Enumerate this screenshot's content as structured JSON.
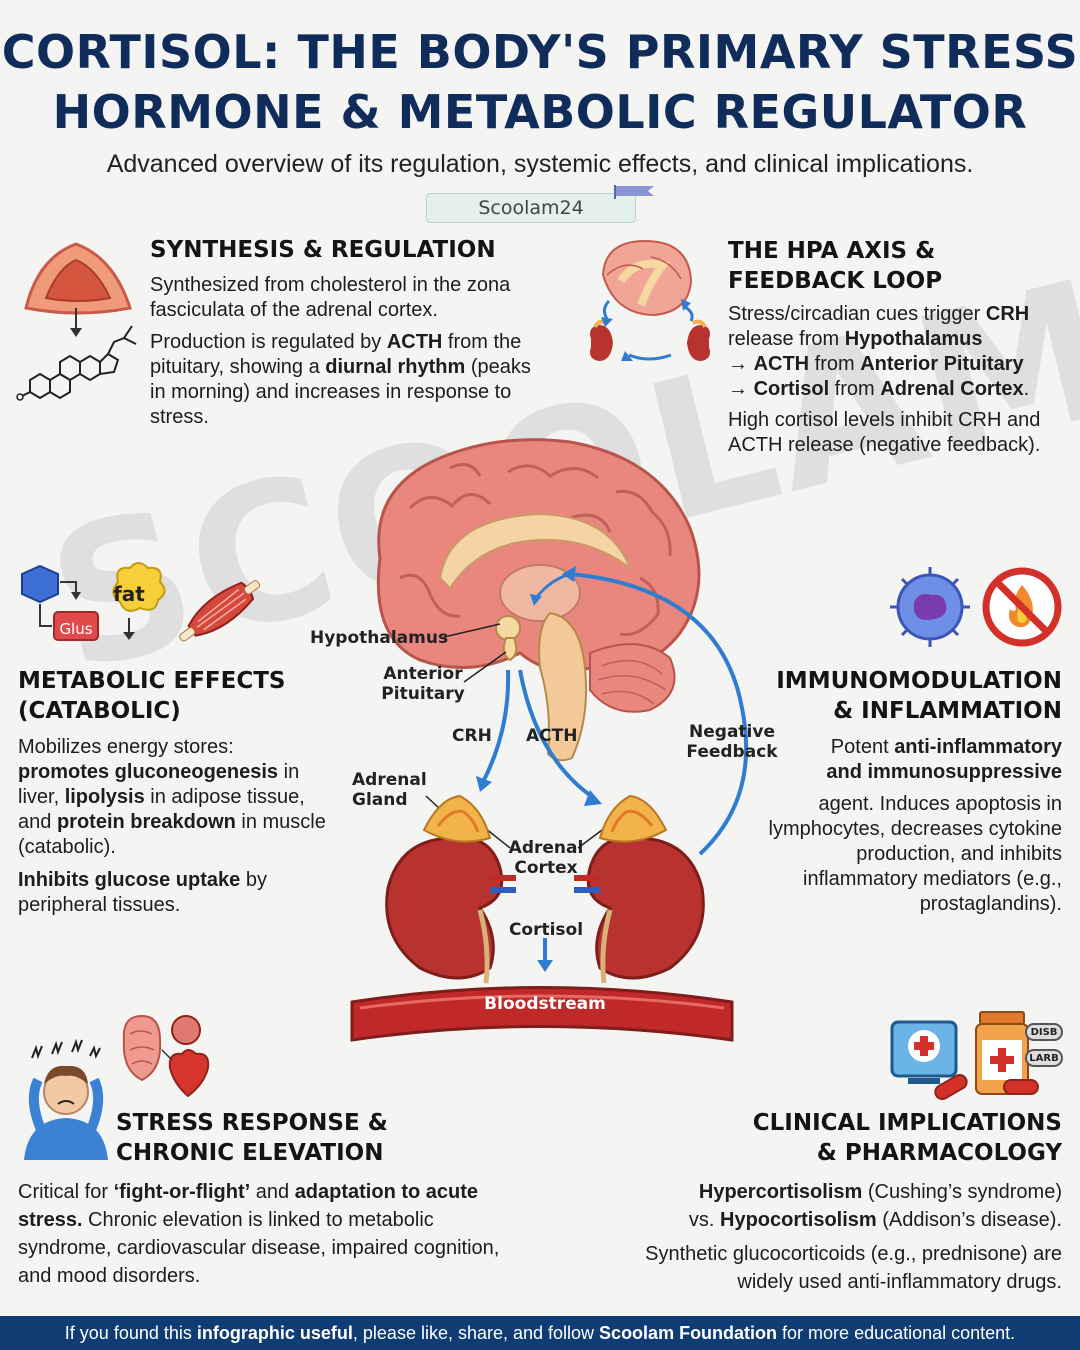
{
  "header": {
    "title_line1": "CORTISOL: THE BODY'S PRIMARY STRESS",
    "title_line2": "HORMONE & METABOLIC REGULATOR",
    "subtitle": "Advanced overview of its regulation, systemic effects, and clinical implications.",
    "brand": "Scoolam24"
  },
  "watermark": "SCOOLAM",
  "synthesis": {
    "title": "SYNTHESIS & REGULATION",
    "p1": "Synthesized from cholesterol in the zona fasciculata of the adrenal cortex.",
    "p2_a": "Production is regulated by ",
    "p2_b": "ACTH",
    "p2_c": " from the pituitary, showing a ",
    "p2_d": "diurnal rhythm",
    "p2_e": " (peaks in morning) and increases in response to stress."
  },
  "hpa": {
    "title_line1": "THE HPA AXIS &",
    "title_line2": "FEEDBACK LOOP",
    "p1_a": "Stress/circadian cues trigger ",
    "p1_b": "CRH",
    "p1_c": " release from ",
    "p1_d": "Hypothalamus",
    "p1_e": "→ ",
    "p1_f": "ACTH",
    "p1_g": " from ",
    "p1_h": "Anterior Pituitary",
    "p1_i": "→ ",
    "p1_j": "Cortisol",
    "p1_k": " from ",
    "p1_l": "Adrenal Cortex",
    "p1_m": ".",
    "p2": "High cortisol levels inhibit CRH and ACTH release (negative feedback)."
  },
  "metabolic": {
    "icon_glus": "Glus",
    "icon_fat": "fat",
    "title_line1": "METABOLIC EFFECTS",
    "title_line2": "(CATABOLIC)",
    "p1_a": "Mobilizes energy stores: ",
    "p1_b": "promotes gluconeogenesis",
    "p1_c": " in liver, ",
    "p1_d": "lipolysis",
    "p1_e": " in adipose tissue, and ",
    "p1_f": "protein breakdown",
    "p1_g": " in muscle (catabolic).",
    "p2_a": "Inhibits glucose uptake",
    "p2_b": " by peripheral tissues."
  },
  "immuno": {
    "title_line1": "IMMUNOMODULATION",
    "title_line2": "& INFLAMMATION",
    "p_a": "Potent ",
    "p_b": "anti-inflammatory and immunosuppressive",
    "p_c": "agent. Induces apoptosis in lymphocytes, decreases cytokine production, and inhibits inflammatory mediators (e.g., prostaglandins)."
  },
  "stress": {
    "title_line1": "STRESS RESPONSE &",
    "title_line2": "CHRONIC ELEVATION",
    "p_a": "Critical for ",
    "p_b": "‘fight-or-flight’",
    "p_c": " and ",
    "p_d": "adaptation to acute stress.",
    "p_e": " Chronic elevation is linked to metabolic syndrome, cardiovascular disease, impaired cognition, and mood disorders."
  },
  "clinical": {
    "badge1": "DISB",
    "badge2": "LARB",
    "title_line1": "CLINICAL IMPLICATIONS",
    "title_line2": "& PHARMACOLOGY",
    "p1_a": "Hypercortisolism",
    "p1_b": " (Cushing’s syndrome)",
    "p1_c": "vs. ",
    "p1_d": "Hypocortisolism",
    "p1_e": " (Addison’s disease).",
    "p2": "Synthetic glucocorticoids (e.g., prednisone) are widely used anti-inflammatory drugs."
  },
  "diagram": {
    "hypothalamus": "Hypothalamus",
    "anterior": "Anterior",
    "pituitary": "Pituitary",
    "crh": "CRH",
    "acth": "ACTH",
    "negative": "Negative",
    "feedback": "Feedback",
    "adrenal": "Adrenal",
    "gland": "Gland",
    "adrenal2": "Adrenal",
    "cortex": "Cortex",
    "cortisol": "Cortisol",
    "bloodstream": "Bloodstream"
  },
  "footer": {
    "a": "If you found this ",
    "b": "infographic useful",
    "c": ", please like, share, and follow ",
    "d": "Scoolam Foundation",
    "e": " for more educational content."
  },
  "colors": {
    "title": "#0f2c5a",
    "arrow": "#2f7dd1",
    "brain": "#e9877f",
    "kidney": "#b8322f",
    "adrenal": "#f2b34b",
    "footer": "#0f3d73"
  }
}
